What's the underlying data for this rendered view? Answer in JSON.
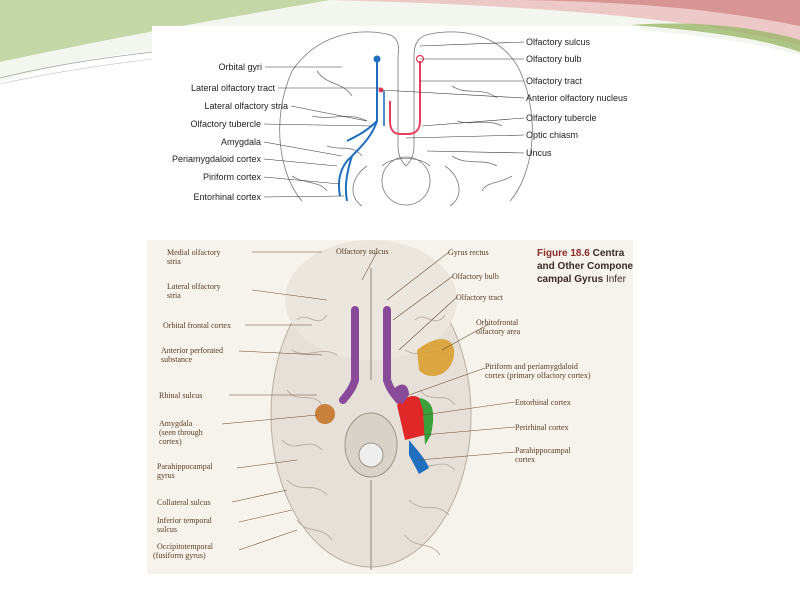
{
  "colors": {
    "accent_green": "#7fa24a",
    "accent_red": "#c0504d",
    "tract_blue": "#1f6fbf",
    "tract_red": "#e83a5a",
    "purple": "#8a4a9a",
    "orange": "#d9a030"
  },
  "top_diagram": {
    "left_labels": [
      "Orbital gyri",
      "Lateral olfactory tract",
      "Lateral olfactory stria",
      "Olfactory tubercle",
      "Amygdala",
      "Periamygdaloid cortex",
      "Piriform cortex",
      "Entorhinal cortex"
    ],
    "right_labels": [
      "Olfactory sulcus",
      "Olfactory bulb",
      "Olfactory tract",
      "Anterior olfactory nucleus",
      "Olfactory tubercle",
      "Optic chiasm",
      "Uncus"
    ]
  },
  "bottom_figure": {
    "figure_number": "Figure 18.6",
    "title_line1_rest": "Centra",
    "title_line2": "and Other Compone",
    "title_line3_bold": "campal Gyrus",
    "title_line3_rest": "Infer",
    "labels": {
      "medial_olfactory_stria_1": "Medial olfactory",
      "medial_olfactory_stria_2": "stria",
      "lateral_olfactory_stria_1": "Lateral olfactory",
      "lateral_olfactory_stria_2": "stria",
      "orbital_frontal_cortex": "Orbital frontal cortex",
      "anterior_perforated_1": "Anterior perforated",
      "anterior_perforated_2": "substance",
      "rhinal_sulcus": "Rhinal sulcus",
      "amygdala_1": "Amygdala",
      "amygdala_2": "(seen through",
      "amygdala_3": "cortex)",
      "parahippocampal_gyrus_1": "Parahippocampal",
      "parahippocampal_gyrus_2": "gyrus",
      "collateral_sulcus": "Collateral sulcus",
      "inferior_temporal_1": "Inferior temporal",
      "inferior_temporal_2": "sulcus",
      "occipitotemporal_1": "Occipitotemporal",
      "occipitotemporal_2": "(fusiform gyrus)",
      "olfactory_sulcus": "Olfactory sulcus",
      "gyrus_rectus": "Gyrus rectus",
      "olfactory_bulb": "Olfactory bulb",
      "olfactory_tract": "Olfactory tract",
      "orbitofrontal_1": "Orbitofrontal",
      "orbitofrontal_2": "olfactory area",
      "piriform_1": "Piriform and periamygdaloid",
      "piriform_2": "cortex (primary olfactory cortex)",
      "entorhinal_cortex": "Entorhinal cortex",
      "perirhinal_cortex": "Perirhinal cortex",
      "parahippocampal_cortex_1": "Parahippocampal",
      "parahippocampal_cortex_2": "cortex"
    }
  }
}
